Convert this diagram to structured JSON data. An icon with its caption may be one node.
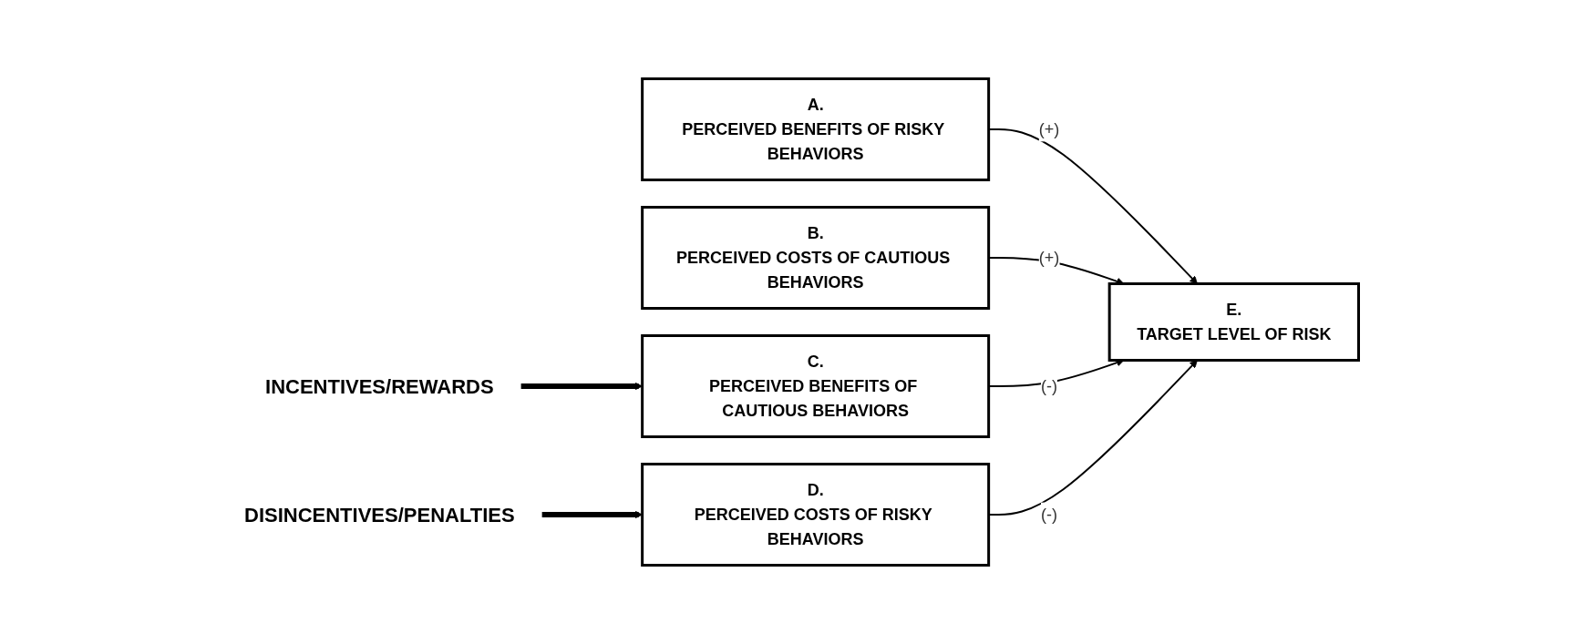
{
  "diagram": {
    "nodes": [
      {
        "text": [
          "A.",
          "PERCEIVED BENEFITS OF RISKY BEHAVIORS"
        ]
      },
      {
        "text": [
          "B.",
          "PERCEIVED COSTS OF CAUTIOUS BEHAVIORS"
        ]
      },
      {
        "text": [
          "C.",
          "PERCEIVED BENEFITS OF CAUTIOUS BEHAVIORS"
        ]
      },
      {
        "text": [
          "D.",
          "PERCEIVED COSTS OF RISKY BEHAVIORS"
        ]
      },
      {
        "text": [
          "E.",
          "TARGET LEVEL OF RISK"
        ]
      },
      {
        "text": [
          "INCENTIVES/REWARDS"
        ]
      },
      {
        "text": [
          "DISINCENTIVES/PENALTIES"
        ]
      }
    ],
    "edges": [
      {
        "from": 0,
        "to": 4,
        "arrow": "to",
        "label": "(+)"
      },
      {
        "from": 1,
        "to": 4,
        "arrow": "to",
        "label": "(+)"
      },
      {
        "from": 2,
        "to": 4,
        "arrow": "to",
        "label": "(-)"
      },
      {
        "from": 3,
        "to": 4,
        "arrow": "to",
        "label": "(-)"
      },
      {
        "from": 5,
        "to": 2,
        "arrow": "to",
        "style": "thick"
      },
      {
        "from": 6,
        "to": 3,
        "arrow": "to",
        "style": "thick"
      }
    ]
  }
}
